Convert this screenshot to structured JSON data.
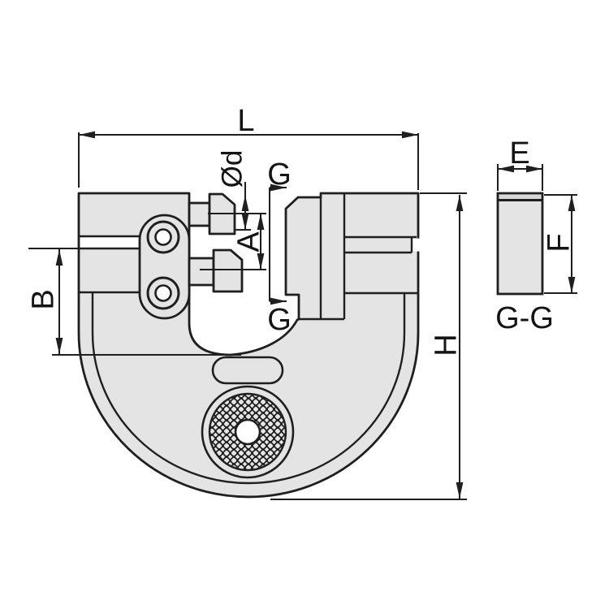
{
  "drawing": {
    "type": "technical dimension drawing of adjustable snap gauge",
    "background": "#ffffff",
    "main_view": {
      "dimensions": {
        "overall_width": "L",
        "anvil_diameter": "Ød",
        "measuring_gap": "A",
        "jaw_depth": "B",
        "overall_height": "H",
        "section_cut_top": "G",
        "section_cut_bottom": "G"
      }
    },
    "section_view": {
      "name": "G-G",
      "dimensions": {
        "section_width": "E",
        "section_height": "F"
      }
    },
    "colors": {
      "body_fill": "#e4e4e4",
      "band_fill": "#d7d7d7",
      "line": "#1f1f1f",
      "background": "#ffffff"
    }
  }
}
